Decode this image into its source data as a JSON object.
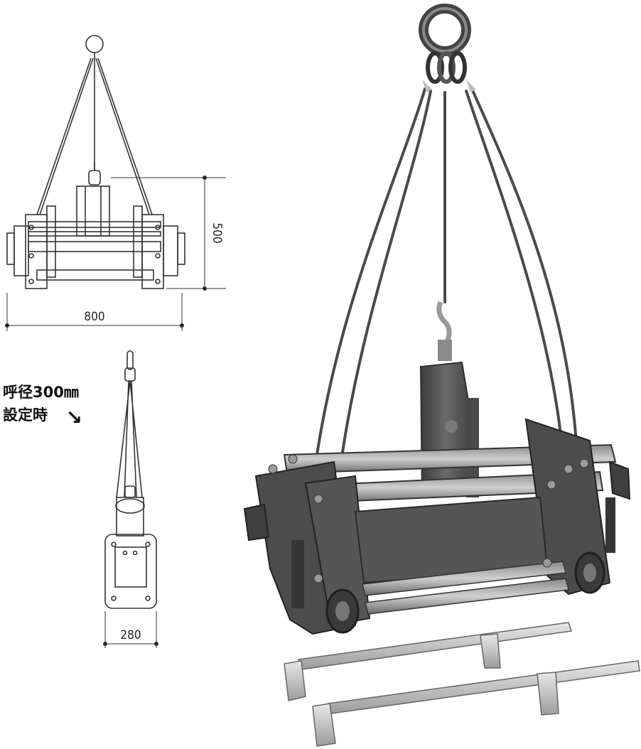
{
  "drawing": {
    "width_label": "800",
    "height_label": "500",
    "side_width_label": "280"
  },
  "note": {
    "line1": "呼径300㎜",
    "line2": "設定時",
    "arrow": "↘"
  },
  "colors": {
    "line": "#333333",
    "steel": "#5a5a5a",
    "steel_dark": "#3a3a3a",
    "rope": "#4a4a4a",
    "galv": "#c8c8c8"
  }
}
